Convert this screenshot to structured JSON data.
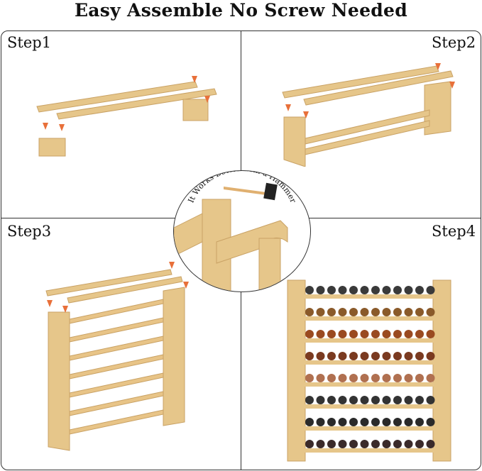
{
  "title": "Easy Assemble No Screw Needed",
  "steps": [
    "Step1",
    "Step2",
    "Step3",
    "Step4"
  ],
  "callout": "It Works Better with a Hammer",
  "colors": {
    "wood": "#e6c68a",
    "wood_dark": "#c9a265",
    "arrow": "#e8703a",
    "border": "#333333"
  }
}
